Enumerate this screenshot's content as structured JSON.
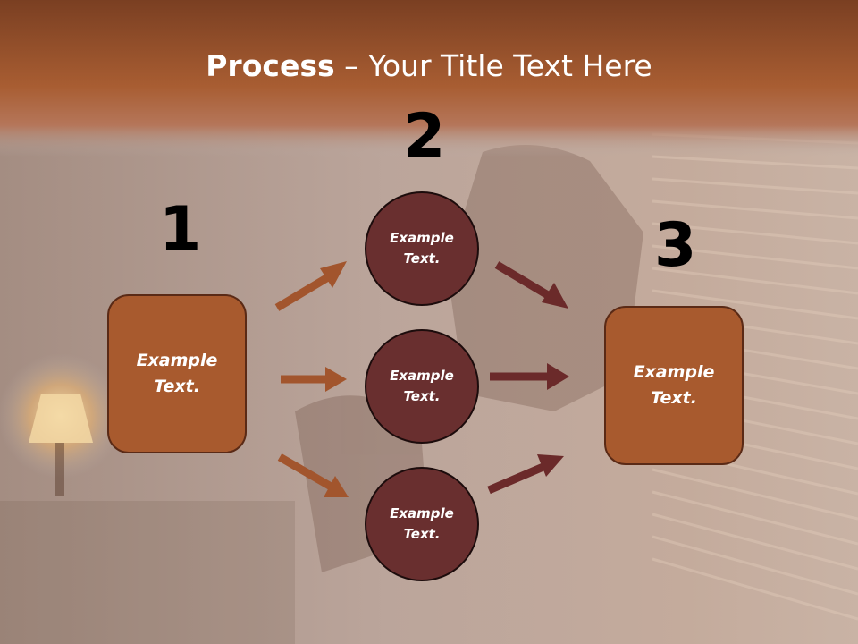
{
  "title": {
    "bold": "Process",
    "rest": " – Your Title Text Here"
  },
  "step_numbers": [
    "1",
    "2",
    "3"
  ],
  "left_box": {
    "line1": "Example",
    "line2": "Text."
  },
  "circles": [
    {
      "line1": "Example",
      "line2": "Text."
    },
    {
      "line1": "Example",
      "line2": "Text."
    },
    {
      "line1": "Example",
      "line2": "Text."
    }
  ],
  "right_box": {
    "line1": "Example",
    "line2": "Text."
  },
  "colors": {
    "header_band": "#a55a30",
    "box_fill": "#a85a2e",
    "circle_fill": "#692f2f",
    "arrow_light": "#a2552d",
    "arrow_dark": "#6b2a2a"
  }
}
